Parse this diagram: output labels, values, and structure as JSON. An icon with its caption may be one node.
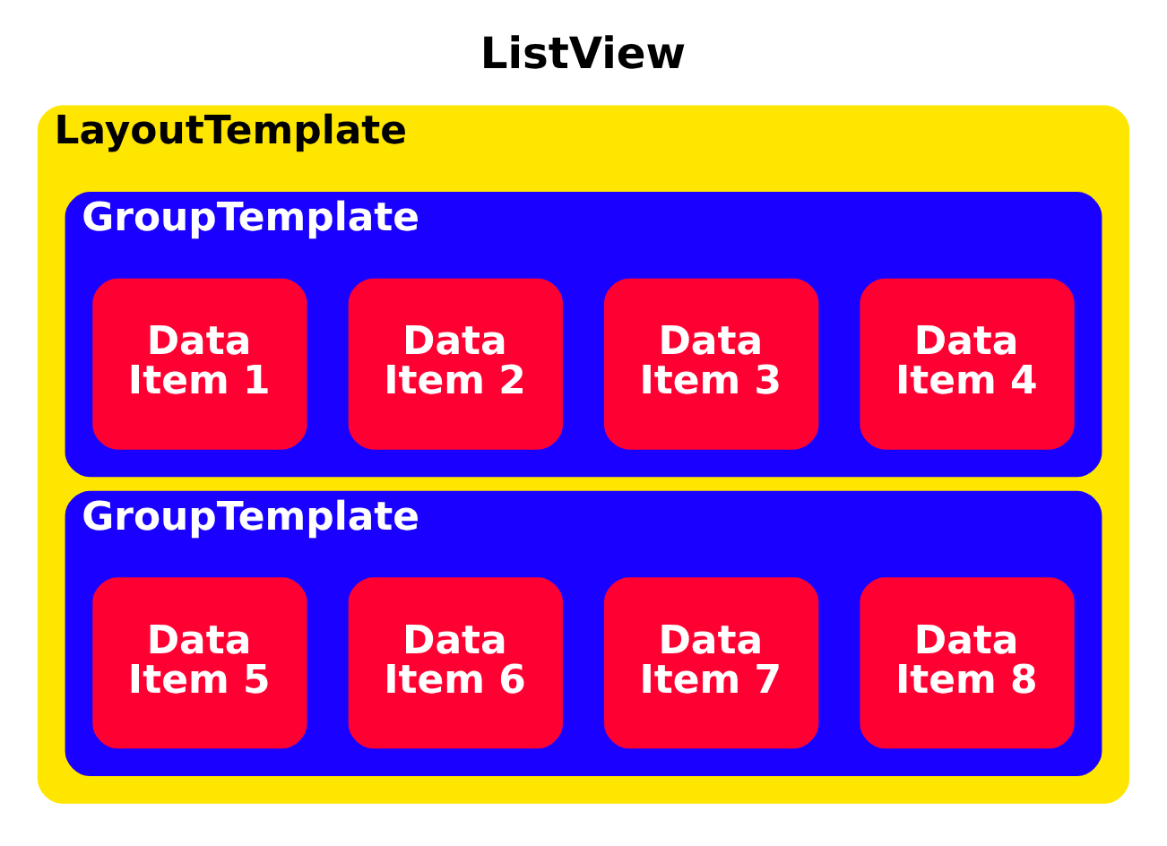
{
  "diagram": {
    "title": "ListView",
    "nodes": [
      {
        "text": [
          "LayoutTemplate"
        ]
      },
      {
        "text": [
          "GroupTemplate"
        ],
        "in": 0
      },
      {
        "text": [
          "Data Item 1"
        ],
        "in": 1
      },
      {
        "text": [
          "Data Item 2"
        ],
        "in": 1
      },
      {
        "text": [
          "Data Item 3"
        ],
        "in": 1
      },
      {
        "text": [
          "Data Item 4"
        ],
        "in": 1
      },
      {
        "text": [
          "GroupTemplate"
        ],
        "in": 0
      },
      {
        "text": [
          "Data Item 5"
        ],
        "in": 6
      },
      {
        "text": [
          "Data Item 6"
        ],
        "in": 6
      },
      {
        "text": [
          "Data Item 7"
        ],
        "in": 6
      },
      {
        "text": [
          "Data Item 8"
        ],
        "in": 6
      }
    ]
  }
}
